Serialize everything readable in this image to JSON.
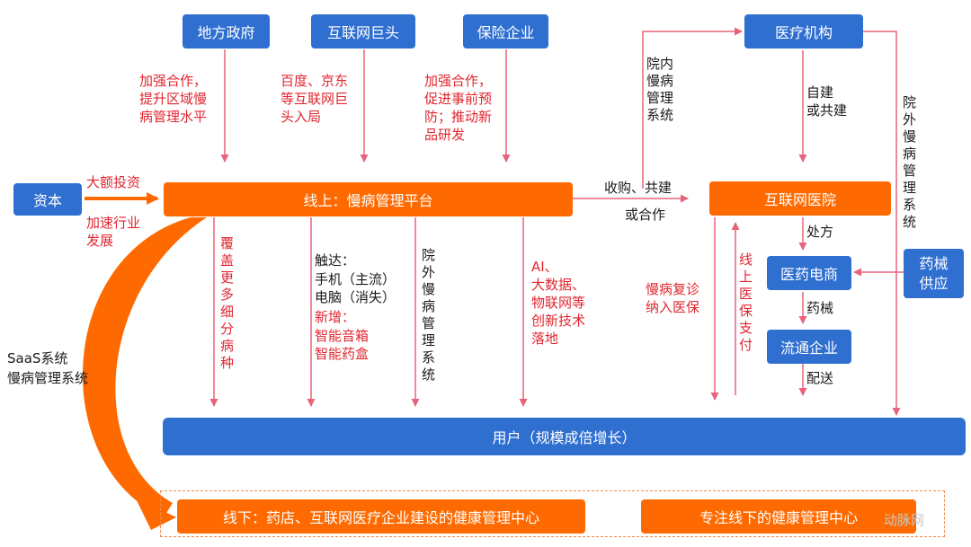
{
  "top_boxes": {
    "local_government": "地方政府",
    "internet_giants": "互联网巨头",
    "insurance": "保险企业",
    "medical_institutions": "医疗机构"
  },
  "left_box": "资本",
  "platform": "线上：慢病管理平台",
  "internet_hospital": "互联网医院",
  "pharma_ecommerce": "医药电商",
  "distribution": "流通企业",
  "supply_box": "药械\n供应",
  "users_bar": "用户（规模成倍增长）",
  "offline_left": "线下：药店、互联网医疗企业建设的健康管理中心",
  "offline_right": "专注线下的健康管理中心",
  "labels": {
    "gov_action": "加强合作，\n提升区域慢\n病管理水平",
    "giants_action": "百度、京东\n等互联网巨\n头入局",
    "insurance_action": "加强合作，\n促进事前预\n防；推动新\n品研发",
    "big_invest": "大额投资",
    "speed_up": "加速行业\n发展",
    "in_hospital": "院内\n慢病\n管理\n系统",
    "acquire": "收购、共建",
    "or_cooperate": "或合作",
    "self_build": "自建\n或共建",
    "out_hospital_right": "院外慢病管理系统",
    "prescription": "处方",
    "devices": "药械",
    "delivery": "配送",
    "saas": "SaaS系统\n慢病管理系统",
    "coverage": "覆盖更多细分病种",
    "touch_label": "触达：",
    "touch_list": "手机（主流）\n电脑（消失）",
    "new_label": "新增：",
    "new_list": "智能音箱\n智能药盒",
    "out_hospital_mid": "院外慢病管理系统",
    "tech": "AI、\n大数据、\n物联网等\n创新技术\n落地",
    "revisit": "慢病复诊\n纳入医保",
    "insurance_pay": "线上医保支付"
  },
  "watermark": "动脉网",
  "colors": {
    "blue": "#2f6fd0",
    "orange": "#ff6a00",
    "red_text": "#e0262f",
    "arrow_pink": "#e8637a"
  }
}
